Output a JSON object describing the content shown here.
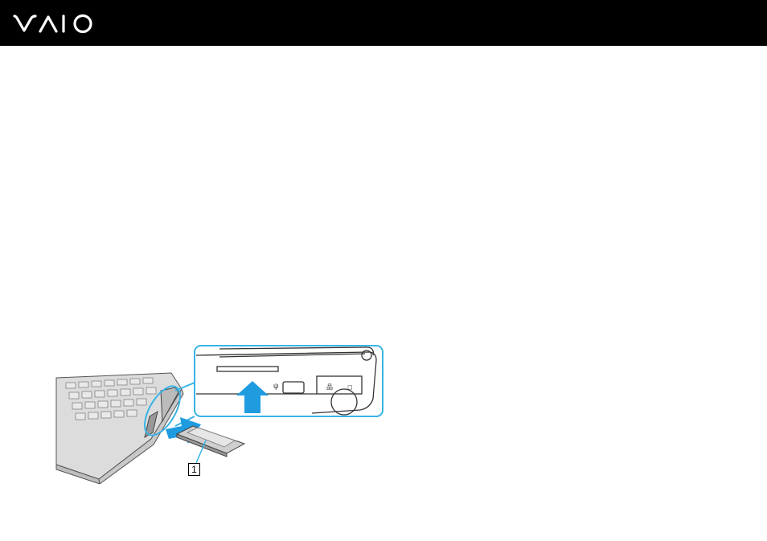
{
  "header": {
    "logo_text": "VAIO",
    "logo_icon": "vaio-logo",
    "background_color": "#000000",
    "logo_color": "#ffffff"
  },
  "illustration": {
    "description_icon": "expresscard-insertion-illustration",
    "callout_number": "1",
    "accent_color": "#38b3e6",
    "arrow_color": "#1f9be0"
  }
}
